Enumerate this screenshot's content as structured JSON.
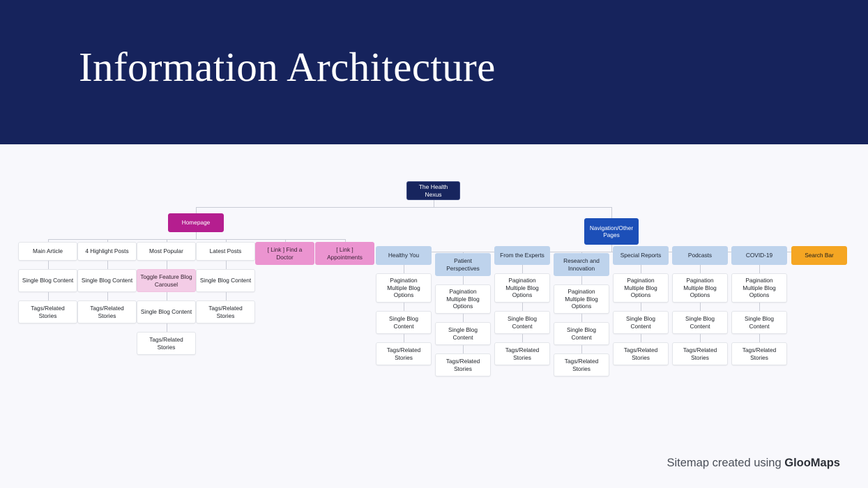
{
  "header": {
    "title": "Information Architecture",
    "band_color": "#16235c"
  },
  "footer": {
    "prefix": "Sitemap created using ",
    "brand": "GlooMaps"
  },
  "palette": {
    "root": "#17255e",
    "homepage": "#b51e8f",
    "navigation": "#1c4fb8",
    "link_pink": "#eb94d0",
    "toggle_pink": "#f3cce6",
    "nav_child_blue": "#bed3ec",
    "search_orange": "#f5a623",
    "box_white": "#ffffff",
    "connector": "#c9ccd6",
    "canvas": "#f8f8fc"
  },
  "sitemap": {
    "root": {
      "label": "The Health Nexus"
    },
    "branches": [
      {
        "label": "Homepage"
      },
      {
        "label": "Navigation/Other Pages"
      }
    ],
    "homepage_children": [
      {
        "label": "Main Article",
        "children": [
          "Single Blog Content",
          "Tags/Related Stories"
        ]
      },
      {
        "label": "4 Highlight Posts",
        "children": [
          "Single Blog Content",
          "Tags/Related Stories"
        ]
      },
      {
        "label": "Most Popular",
        "children": [
          "Toggle Feature Blog Carousel",
          "Single Blog Content",
          "Tags/Related Stories"
        ]
      },
      {
        "label": "Latest Posts",
        "children": [
          "Single Blog Content",
          "Tags/Related Stories"
        ]
      },
      {
        "label": "[ Link ] Find a Doctor",
        "children": []
      },
      {
        "label": "[ Link ] Appointments",
        "children": []
      }
    ],
    "navigation_children": [
      {
        "label": "Healthy You",
        "children": [
          "Pagination Multiple Blog Options",
          "Single Blog Content",
          "Tags/Related Stories"
        ]
      },
      {
        "label": "Patient Perspectives",
        "children": [
          "Pagination Multiple Blog Options",
          "Single Blog Content",
          "Tags/Related Stories"
        ]
      },
      {
        "label": "From the Experts",
        "children": [
          "Pagination Multiple Blog Options",
          "Single Blog Content",
          "Tags/Related Stories"
        ]
      },
      {
        "label": "Research and Innovation",
        "children": [
          "Pagination Multiple Blog Options",
          "Single Blog Content",
          "Tags/Related Stories"
        ]
      },
      {
        "label": "Special Reports",
        "children": [
          "Pagination Multiple Blog Options",
          "Single Blog Content",
          "Tags/Related Stories"
        ]
      },
      {
        "label": "Podcasts",
        "children": [
          "Pagination Multiple Blog Options",
          "Single Blog Content",
          "Tags/Related Stories"
        ]
      },
      {
        "label": "COVID-19",
        "children": [
          "Pagination Multiple Blog Options",
          "Single Blog Content",
          "Tags/Related Stories"
        ]
      },
      {
        "label": "Search Bar",
        "children": []
      }
    ]
  }
}
